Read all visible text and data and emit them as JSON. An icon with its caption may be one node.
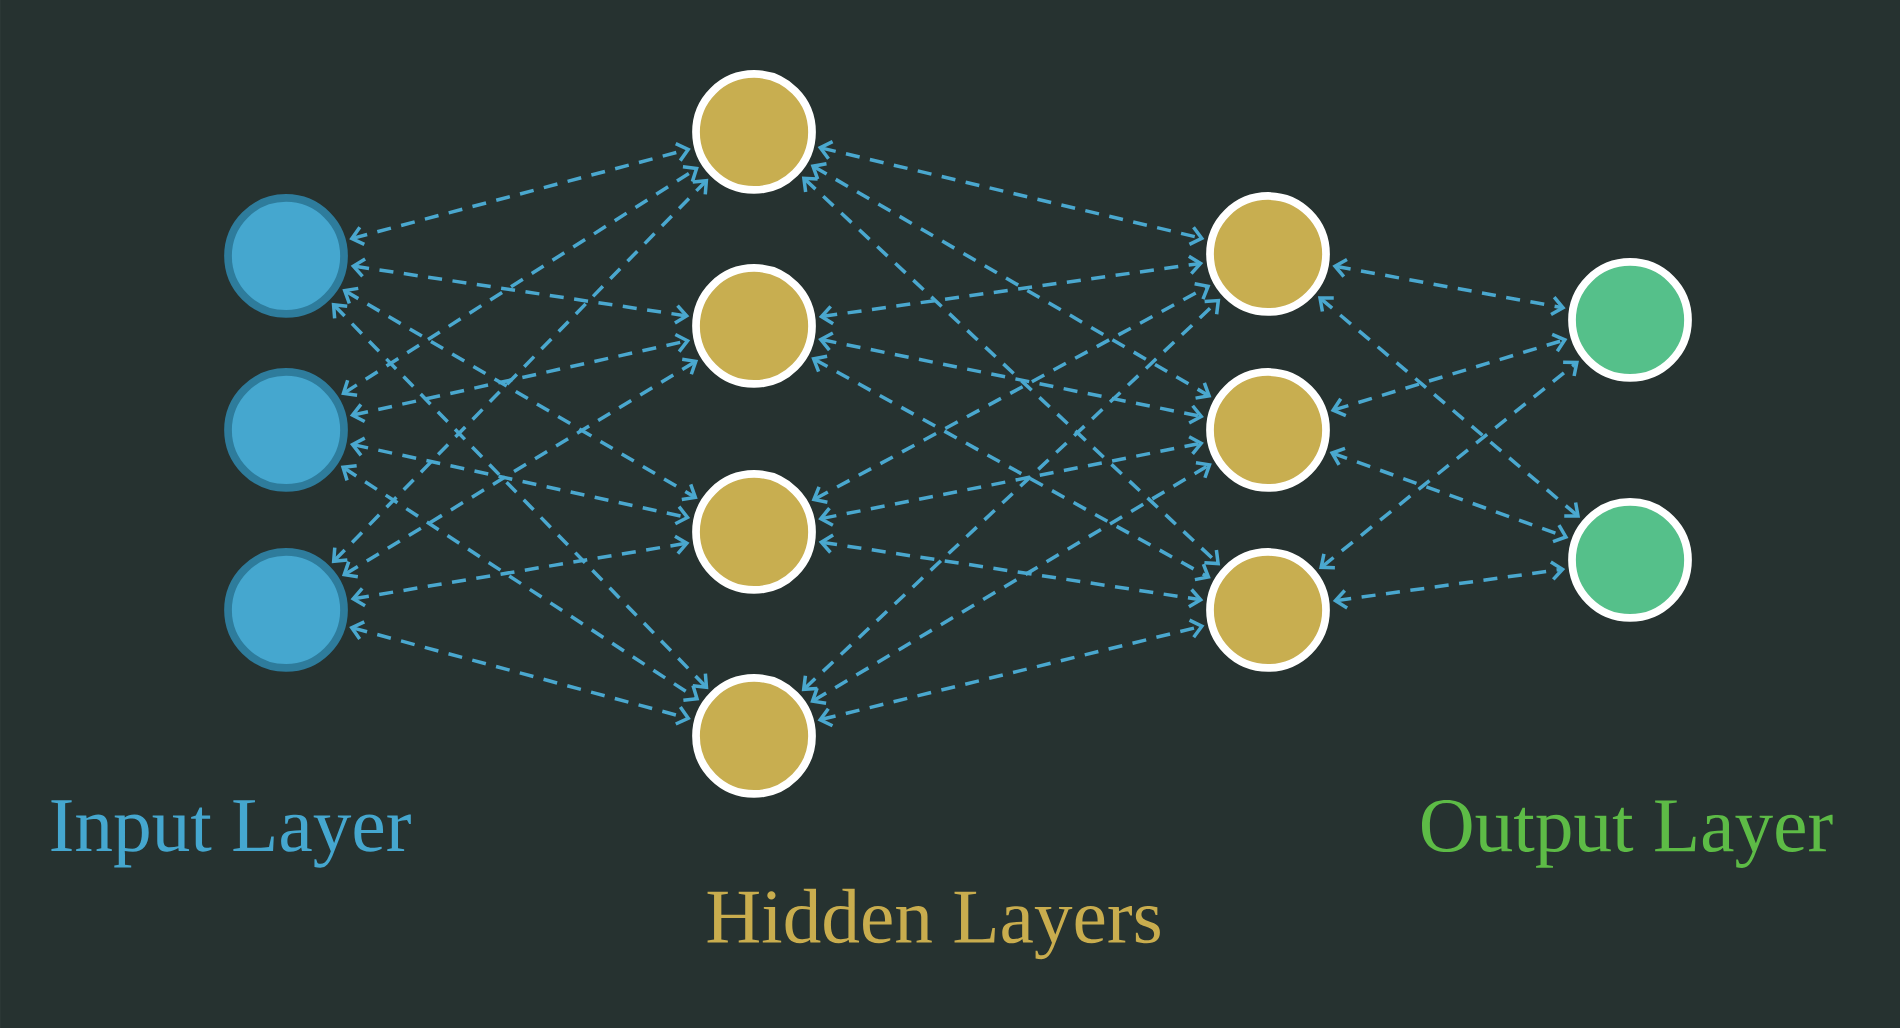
{
  "diagram": {
    "nodes": [
      {
        "text": [],
        "shape": "circle"
      },
      {
        "text": [],
        "shape": "circle"
      },
      {
        "text": [],
        "shape": "circle"
      },
      {
        "text": [],
        "shape": "circle"
      },
      {
        "text": [],
        "shape": "circle"
      },
      {
        "text": [],
        "shape": "circle"
      },
      {
        "text": [],
        "shape": "circle"
      },
      {
        "text": [],
        "shape": "circle"
      },
      {
        "text": [],
        "shape": "circle"
      },
      {
        "text": [],
        "shape": "circle"
      },
      {
        "text": [],
        "shape": "circle"
      },
      {
        "text": [],
        "shape": "circle"
      }
    ],
    "edges": [
      {
        "from": 0,
        "to": 3,
        "arrow": "both",
        "style": "dashed"
      },
      {
        "from": 0,
        "to": 4,
        "arrow": "both",
        "style": "dashed"
      },
      {
        "from": 0,
        "to": 5,
        "arrow": "both",
        "style": "dashed"
      },
      {
        "from": 0,
        "to": 6,
        "arrow": "both",
        "style": "dashed"
      },
      {
        "from": 1,
        "to": 3,
        "arrow": "both",
        "style": "dashed"
      },
      {
        "from": 1,
        "to": 4,
        "arrow": "both",
        "style": "dashed"
      },
      {
        "from": 1,
        "to": 5,
        "arrow": "both",
        "style": "dashed"
      },
      {
        "from": 1,
        "to": 6,
        "arrow": "both",
        "style": "dashed"
      },
      {
        "from": 2,
        "to": 3,
        "arrow": "both",
        "style": "dashed"
      },
      {
        "from": 2,
        "to": 4,
        "arrow": "both",
        "style": "dashed"
      },
      {
        "from": 2,
        "to": 5,
        "arrow": "both",
        "style": "dashed"
      },
      {
        "from": 2,
        "to": 6,
        "arrow": "both",
        "style": "dashed"
      },
      {
        "from": 3,
        "to": 7,
        "arrow": "both",
        "style": "dashed"
      },
      {
        "from": 3,
        "to": 8,
        "arrow": "both",
        "style": "dashed"
      },
      {
        "from": 3,
        "to": 9,
        "arrow": "both",
        "style": "dashed"
      },
      {
        "from": 4,
        "to": 7,
        "arrow": "both",
        "style": "dashed"
      },
      {
        "from": 4,
        "to": 8,
        "arrow": "both",
        "style": "dashed"
      },
      {
        "from": 4,
        "to": 9,
        "arrow": "both",
        "style": "dashed"
      },
      {
        "from": 5,
        "to": 7,
        "arrow": "both",
        "style": "dashed"
      },
      {
        "from": 5,
        "to": 8,
        "arrow": "both",
        "style": "dashed"
      },
      {
        "from": 5,
        "to": 9,
        "arrow": "both",
        "style": "dashed"
      },
      {
        "from": 6,
        "to": 7,
        "arrow": "both",
        "style": "dashed"
      },
      {
        "from": 6,
        "to": 8,
        "arrow": "both",
        "style": "dashed"
      },
      {
        "from": 6,
        "to": 9,
        "arrow": "both",
        "style": "dashed"
      },
      {
        "from": 7,
        "to": 10,
        "arrow": "both",
        "style": "dashed"
      },
      {
        "from": 7,
        "to": 11,
        "arrow": "both",
        "style": "dashed"
      },
      {
        "from": 8,
        "to": 10,
        "arrow": "both",
        "style": "dashed"
      },
      {
        "from": 8,
        "to": 11,
        "arrow": "both",
        "style": "dashed"
      },
      {
        "from": 9,
        "to": 10,
        "arrow": "both",
        "style": "dashed"
      },
      {
        "from": 9,
        "to": 11,
        "arrow": "both",
        "style": "dashed"
      }
    ],
    "labels": [
      "Input Layer",
      "Output Layer",
      "Hidden Layers"
    ]
  }
}
